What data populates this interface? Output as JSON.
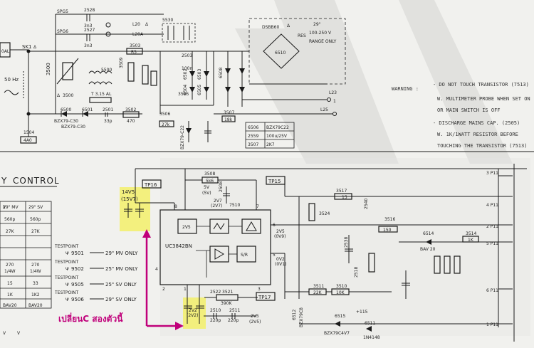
{
  "header": {
    "title": "CONTROL",
    "prefix": "Y"
  },
  "colors": {
    "annotation": "#c0007a",
    "highlight": "#f3f06a",
    "ink": "#1a1a1a",
    "watermark": "#cfcfcf"
  },
  "annotation": {
    "text": "เปลี่ยนC สองตัวนี้"
  },
  "warning": {
    "title": "WARNING :",
    "lines": [
      "- DO NOT TOUCH TRANSISTOR (7513)",
      "W. MULTIMETER PROBE WHEN SET ON",
      "OR MAIN SWITCH IS OFF",
      "- DISCHARGE MAINS CAP. (2505)",
      "W. 1K/1WATT RESISTOR BEFORE",
      "TOUCHING THE TRANSISTOR (7513)"
    ]
  },
  "top": {
    "sk1": "SK1",
    "fuse": "1504",
    "fuse_val": "4A0",
    "spg5": "SPG5",
    "spg6": "SPG6",
    "c2528": "2528",
    "c2527": "2527",
    "c2528v": "3n3",
    "c2527v": "3n3",
    "l20": "L20",
    "l20a": "L20A",
    "t5530": "5530",
    "r3503": "3503",
    "r3503v": "R5",
    "c2503": "2503",
    "c2503v": "100n",
    "r3500": "3500",
    "l5500": "5500",
    "r3509": "3509",
    "r3505": "3505",
    "t315": "T 3.15 AL",
    "ptc": "3500",
    "d6500": "6500",
    "d6501": "6501",
    "z1": "BZX79-C30",
    "z2": "BZX79-C30",
    "c2501": "2501",
    "c2501v": "33p",
    "r3502": "3502",
    "r3502v": "470",
    "r3506": "3506",
    "r3506v": "27k",
    "r3507": "3507",
    "r3507v": "18k",
    "bridge": "DSBB60",
    "bridge_d": "6510",
    "res_note": "RES",
    "bridge_spec": [
      "29\"",
      "100-250 V",
      "RANGE ONLY"
    ],
    "l23": "L23",
    "l25": "L25",
    "z3": "BZX79-C22",
    "d6502": "6502",
    "d6503": "6503",
    "d6504": "6504",
    "d6505": "6505",
    "d6508": "6508",
    "ac": "50 Hz",
    "table": [
      [
        "6506",
        "BZX79C22"
      ],
      [
        "2559",
        "100u/25V"
      ],
      [
        "3507",
        "2K7"
      ]
    ]
  },
  "bottom": {
    "tp16": "TP16",
    "tp15": "TP15",
    "tp17": "TP17",
    "v14": "14V5",
    "v15": "(15V7)",
    "ic": "UC3842BN",
    "ic_ref": "7510",
    "r3508": "3508",
    "r3508v": "5k6",
    "c2508": "2508",
    "v5": "5V",
    "v5b": "(5V)",
    "v2v7": "2V7",
    "v2v7b": "(2V7)",
    "v2v5": "2V5",
    "v2v5b": "(0V9)",
    "v0v2": "0V2",
    "v0v2b": "(0V1)",
    "v2v": "2V2",
    "v2vb": "(2V2)",
    "v2v5l": "2V5",
    "v2v5lb": "(2V5)",
    "r3521": "3521",
    "r3521v": "390K",
    "c2522": "2522",
    "c2510": "2510",
    "c2510v": "220p",
    "c2511": "2511",
    "c2511v": "220p",
    "r3511": "3511",
    "r3511v": "22K",
    "r3510": "3510",
    "r3510v": "10K",
    "r3524": "3524",
    "r3517": "3517",
    "r3517v": "15",
    "r3516": "3516",
    "r3516v": "150",
    "d6514": "6514",
    "d6514v": "BAV 20",
    "r3514": "3514",
    "r3514v": "1K",
    "d6515": "6515",
    "d6515v": "BZX79C4V7",
    "d6511": "6511",
    "d6511v": "1N4148",
    "d6512": "6512",
    "z6512": "BZX79C8",
    "v115": "+115",
    "pins": [
      "3 P11",
      "4 P11",
      "2 P11",
      "5 P11",
      "6 P11",
      "1 P11"
    ],
    "ic_pins": [
      "7",
      "8",
      "2",
      "1",
      "4",
      "3",
      "5",
      "6"
    ],
    "vref": "+",
    "v2540": "2540",
    "v2538": "2538",
    "v2518": "2518"
  },
  "sidetable": {
    "headers": [
      "29\" MV",
      "29\" SV"
    ],
    "rows": [
      [
        "560p",
        "560p"
      ],
      [
        "27K",
        "27K"
      ],
      [
        "",
        ""
      ],
      [
        "",
        ""
      ],
      [
        "270\n1/4W",
        "270\n1/4W"
      ],
      [
        "15",
        "33"
      ],
      [
        "1K",
        "1K2"
      ],
      [
        "BAV20",
        "BAV20"
      ]
    ]
  },
  "testpoints": [
    {
      "tp": "TESTPOINT",
      "id": "9501",
      "desc": "29\" MV ONLY"
    },
    {
      "tp": "TESTPOINT",
      "id": "9502",
      "desc": "25\" MV ONLY"
    },
    {
      "tp": "TESTPOINT",
      "id": "9505",
      "desc": "25\" SV ONLY"
    },
    {
      "tp": "TESTPOINT",
      "id": "9506",
      "desc": "29\" SV ONLY"
    }
  ]
}
